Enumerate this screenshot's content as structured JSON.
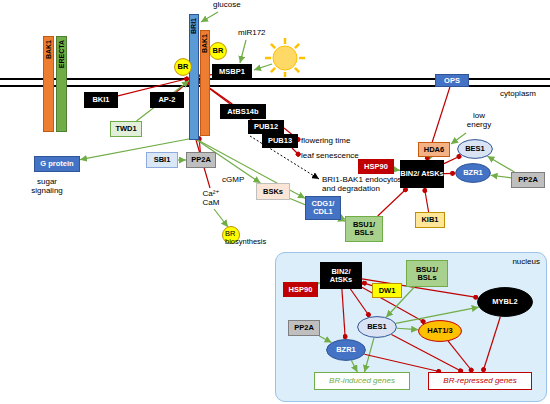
{
  "diagram": {
    "nodes": [
      {
        "text": [
          "BRI1"
        ]
      },
      {
        "text": [
          "BR"
        ]
      },
      {
        "text": [
          "BAK1"
        ]
      },
      {
        "text": [
          "ERECTA"
        ]
      },
      {
        "text": [
          "BAK1"
        ]
      },
      {
        "text": [
          "BR"
        ]
      },
      {
        "text": [
          "MSBP1"
        ]
      },
      {
        "text": [
          "OPS"
        ]
      },
      {
        "text": [
          "BKI1"
        ]
      },
      {
        "text": [
          "AP-2"
        ]
      },
      {
        "text": [
          "AtBS14b"
        ]
      },
      {
        "text": [
          "PUB12"
        ]
      },
      {
        "text": [
          "TWD1"
        ]
      },
      {
        "text": [
          "PUB13"
        ]
      },
      {
        "text": [
          "HDA6"
        ]
      },
      {
        "text": [
          "BES1"
        ]
      },
      {
        "text": [
          "SBI1"
        ]
      },
      {
        "text": [
          "PP2A"
        ]
      },
      {
        "text": [
          "G protein"
        ]
      },
      {
        "text": [
          "BIN2/ AtSKs"
        ]
      },
      {
        "text": [
          "HSP90"
        ]
      },
      {
        "text": [
          "BZR1"
        ]
      },
      {
        "text": [
          "PP2A"
        ]
      },
      {
        "text": [
          "BSKs"
        ]
      },
      {
        "text": [
          "CDG1/ CDL1"
        ]
      },
      {
        "text": [
          "KIB1"
        ]
      },
      {
        "text": [
          "BSU1/ BSLs"
        ]
      },
      {
        "text": [
          "BR biosynthesis"
        ]
      },
      {
        "text": [
          "nucleus"
        ]
      },
      {
        "text": [
          "BIN2/ AtSKs"
        ],
        "in": 28
      },
      {
        "text": [
          "BSU1/ BSLs"
        ],
        "in": 28
      },
      {
        "text": [
          "HSP90"
        ],
        "in": 28
      },
      {
        "text": [
          "DW1"
        ],
        "in": 28
      },
      {
        "text": [
          "MYBL2"
        ],
        "in": 28
      },
      {
        "text": [
          "PP2A"
        ],
        "in": 28
      },
      {
        "text": [
          "BES1"
        ],
        "in": 28
      },
      {
        "text": [
          "HAT1/3"
        ],
        "in": 28
      },
      {
        "text": [
          "BZR1"
        ],
        "in": 28
      },
      {
        "text": [
          "BR-induced genes"
        ],
        "in": 28
      },
      {
        "text": [
          "BR-repressed genes"
        ],
        "in": 28
      }
    ],
    "edges": [
      {
        "from": 8,
        "to": 0,
        "arrow": "to"
      },
      {
        "from": 9,
        "to": 0,
        "arrow": "to"
      },
      {
        "from": 10,
        "to": 0,
        "arrow": "to"
      },
      {
        "from": 6,
        "to": 0,
        "arrow": "to"
      },
      {
        "from": 13,
        "to": 0,
        "arrow": "to"
      },
      {
        "from": 12,
        "to": 0,
        "arrow": "to"
      },
      {
        "from": 0,
        "to": 18,
        "arrow": "to"
      },
      {
        "from": 17,
        "to": 0,
        "arrow": "to"
      },
      {
        "from": 16,
        "to": 17,
        "arrow": "to"
      },
      {
        "from": 0,
        "to": 23,
        "arrow": "to"
      },
      {
        "from": 0,
        "to": 24,
        "arrow": "to"
      },
      {
        "from": 23,
        "to": 26,
        "arrow": "to"
      },
      {
        "from": 24,
        "to": 26,
        "arrow": "to"
      },
      {
        "from": 26,
        "to": 19,
        "arrow": "to"
      },
      {
        "from": 25,
        "to": 19,
        "arrow": "to"
      },
      {
        "from": 20,
        "to": 19,
        "arrow": "to"
      },
      {
        "from": 14,
        "to": 19,
        "arrow": "to"
      },
      {
        "from": 19,
        "to": 15,
        "arrow": "to"
      },
      {
        "from": 19,
        "to": 21,
        "arrow": "to"
      },
      {
        "from": 22,
        "to": 21,
        "arrow": "to"
      },
      {
        "from": 7,
        "to": 19,
        "arrow": "to"
      },
      {
        "from": 29,
        "to": 35,
        "arrow": "to"
      },
      {
        "from": 29,
        "to": 37,
        "arrow": "to"
      },
      {
        "from": 29,
        "to": 36,
        "arrow": "to"
      },
      {
        "from": 29,
        "to": 33,
        "arrow": "to"
      },
      {
        "from": 31,
        "to": 29,
        "arrow": "to"
      },
      {
        "from": 32,
        "to": 29,
        "arrow": "to"
      },
      {
        "from": 30,
        "to": 35,
        "arrow": "to"
      },
      {
        "from": 34,
        "to": 37,
        "arrow": "to"
      },
      {
        "from": 35,
        "to": 38,
        "arrow": "to"
      },
      {
        "from": 35,
        "to": 39,
        "arrow": "to"
      },
      {
        "from": 37,
        "to": 38,
        "arrow": "to"
      },
      {
        "from": 37,
        "to": 39,
        "arrow": "to"
      },
      {
        "from": 36,
        "to": 39,
        "arrow": "to"
      },
      {
        "from": 33,
        "to": 39,
        "arrow": "to"
      },
      {
        "from": 35,
        "to": 36,
        "arrow": "to"
      },
      {
        "from": 35,
        "to": 33,
        "arrow": "to"
      },
      {
        "from": 22,
        "to": 15,
        "arrow": "to"
      }
    ],
    "labels": [
      "glucose",
      "miR172",
      "cytoplasm",
      "sugar signaling",
      "cGMP",
      "Ca²⁺ CaM",
      "flowering time",
      "leaf senescence",
      "BRI1-BAK1 endocytosis and degradation",
      "low energy"
    ]
  }
}
